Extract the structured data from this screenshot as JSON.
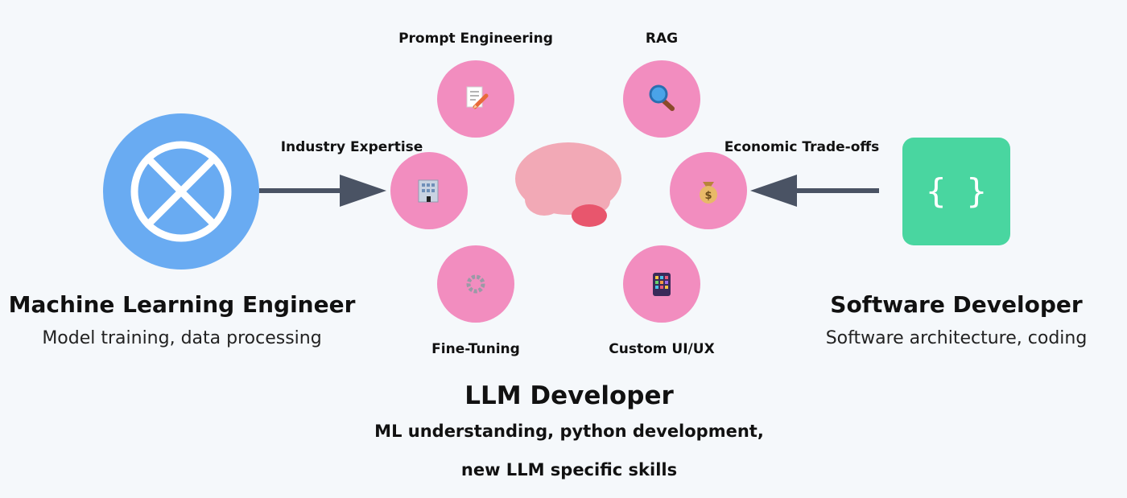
{
  "roles": {
    "ml_engineer": {
      "title": "Machine Learning Engineer",
      "subtitle": "Model training, data processing",
      "color": "#69abf2",
      "icon": "circle-x-icon"
    },
    "software_developer": {
      "title": "Software Developer",
      "subtitle": "Software architecture, coding",
      "color": "#49d6a0",
      "icon": "code-braces-icon",
      "icon_text": "{ }"
    }
  },
  "skills": {
    "prompt_engineering": {
      "label": "Prompt Engineering",
      "icon": "document-pencil-icon"
    },
    "rag": {
      "label": "RAG",
      "icon": "magnifier-icon"
    },
    "industry_expertise": {
      "label": "Industry Expertise",
      "icon": "office-building-icon"
    },
    "economic_tradeoffs": {
      "label": "Economic Trade-offs",
      "icon": "money-bag-icon"
    },
    "fine_tuning": {
      "label": "Fine-Tuning",
      "icon": "gear-icon"
    },
    "custom_ui": {
      "label": "Custom UI/UX",
      "icon": "mobile-app-icon"
    }
  },
  "center": {
    "icon": "brain-icon",
    "title": "LLM Developer",
    "desc_line1": "ML understanding, python development,",
    "desc_line2": "new LLM specific skills"
  },
  "colors": {
    "background": "#f5f8fb",
    "skill_circle": "#f28dbf",
    "arrow": "#4a5364",
    "brain": "#f2a9b6",
    "brain_stem": "#e8566d"
  }
}
